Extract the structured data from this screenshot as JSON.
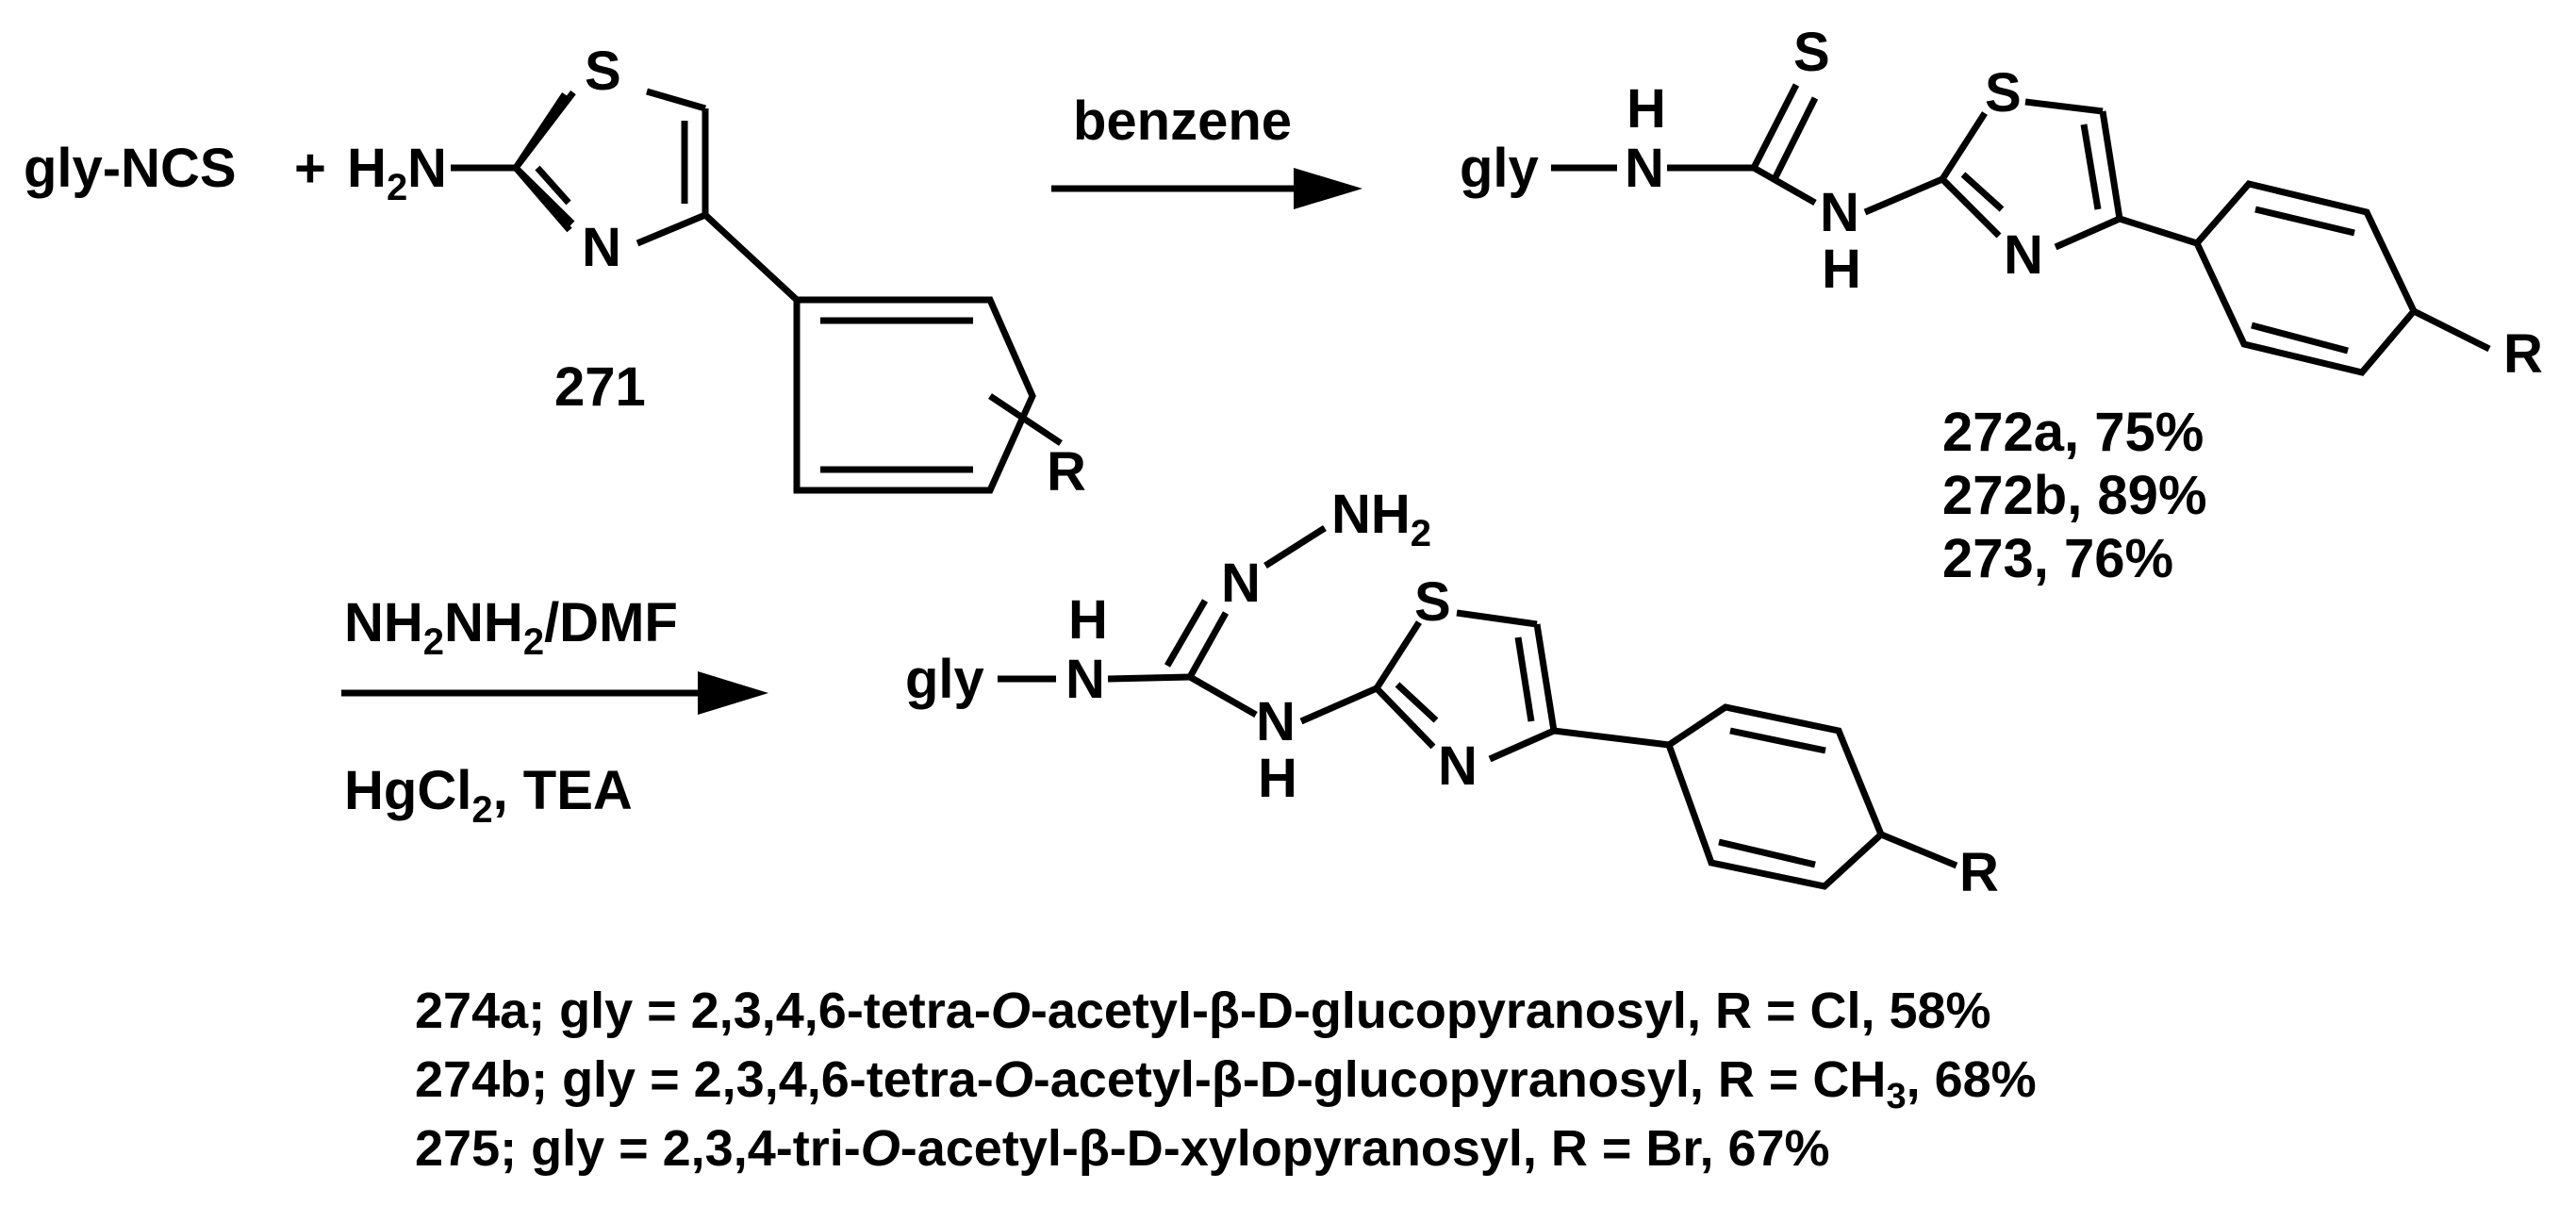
{
  "reactant1": "gly-NCS",
  "plus": "+",
  "atoms": {
    "H2N": "H",
    "H2N_sub": "2",
    "H2N_tail": "N",
    "S": "S",
    "N": "N",
    "H": "H",
    "R": "R",
    "NH2": "NH",
    "NH2_sub": "2",
    "gly": "gly"
  },
  "label_271": "271",
  "arrow1": {
    "label": "benzene"
  },
  "products_272_273": [
    {
      "label": "272a, 75%"
    },
    {
      "label": "272b, 89%"
    },
    {
      "label": "273, 76%"
    }
  ],
  "arrow2": {
    "reagent_top_pre": "NH",
    "reagent_top_sub": "2",
    "reagent_top_mid": "NH",
    "reagent_top_sub2": "2",
    "reagent_top_post": "/DMF",
    "reagent_bottom_pre": "HgCl",
    "reagent_bottom_sub": "2",
    "reagent_bottom_post": ", TEA"
  },
  "footnotes": [
    {
      "id": "274a; gly = 2,3,4,6-tetra-",
      "italic": "O",
      "rest": "-acetyl-β-D-glucopyranosyl, R = Cl, 58%"
    },
    {
      "id": "274b; gly = 2,3,4,6-tetra-",
      "italic": "O",
      "rest": "-acetyl-β-D-glucopyranosyl, R = CH",
      "sub": "3",
      "tail": ", 68%"
    },
    {
      "id": "275; gly = 2,3,4-tri-",
      "italic": "O",
      "rest": "-acetyl-β-D-xylopyranosyl, R = Br, 67%"
    }
  ]
}
